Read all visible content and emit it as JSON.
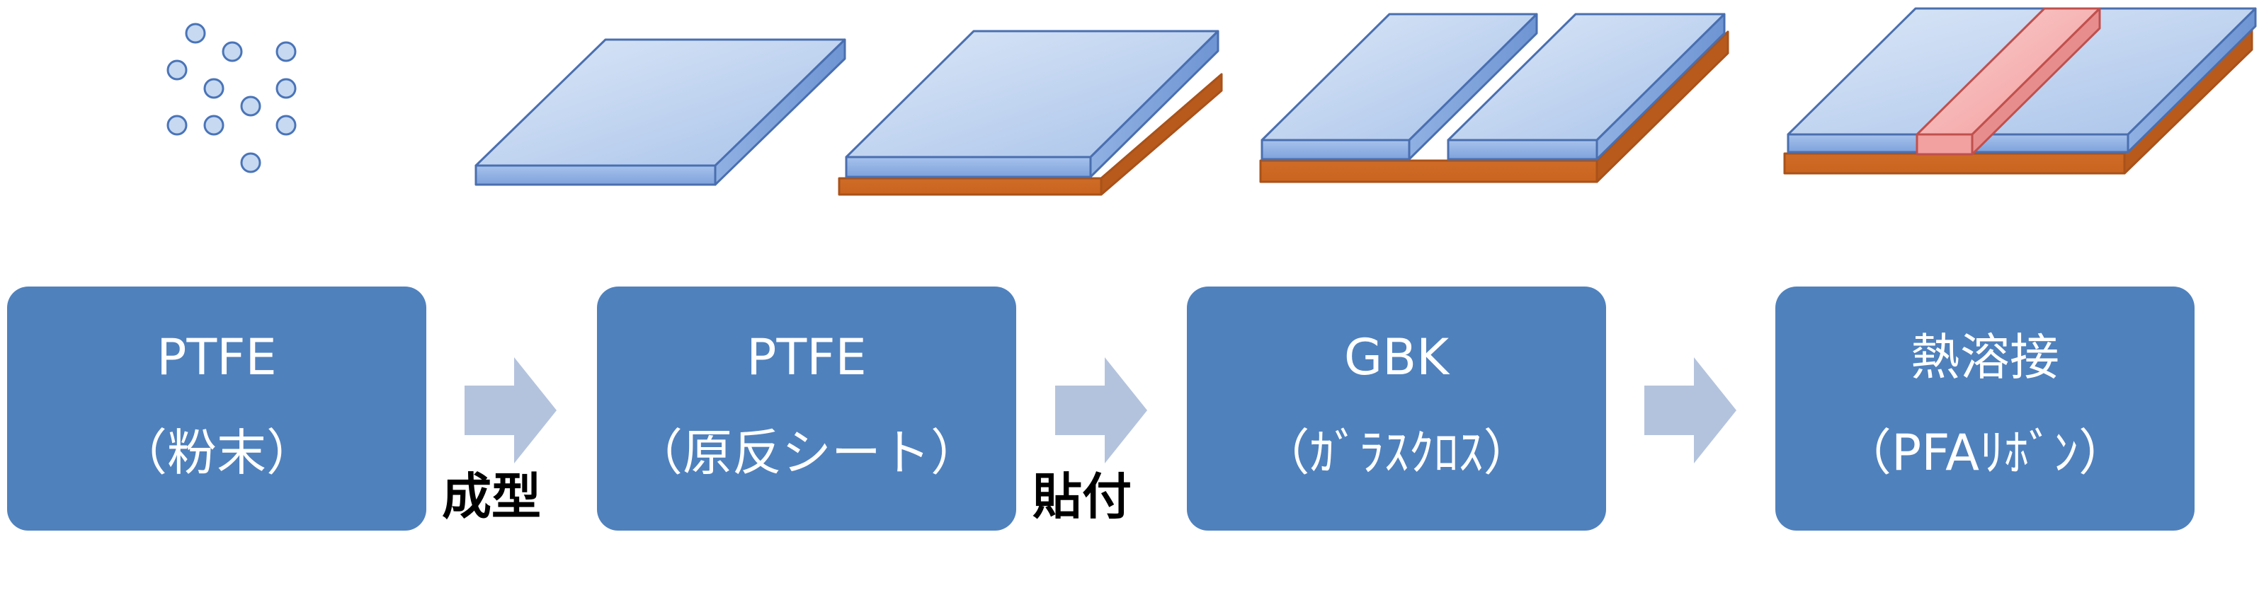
{
  "steps": [
    {
      "line1": "PTFE",
      "line2": "（粉末）"
    },
    {
      "line1": "PTFE",
      "line2": "（原反シート）"
    },
    {
      "line1": "GBK",
      "line2": "（ｶﾞﾗｽｸﾛｽ）"
    },
    {
      "line1": "熱溶接",
      "line2": "（PFAﾘﾎﾞﾝ）"
    }
  ],
  "process_labels": [
    "成型",
    "貼付"
  ],
  "colors": {
    "box": "#4f81bd",
    "arrow": "#b4c3dd",
    "sheet_top": "#c6d9f1",
    "sheet_edge": "#4a6fb0",
    "backing": "#e07b39",
    "ribbon": "#f4a6a6"
  }
}
